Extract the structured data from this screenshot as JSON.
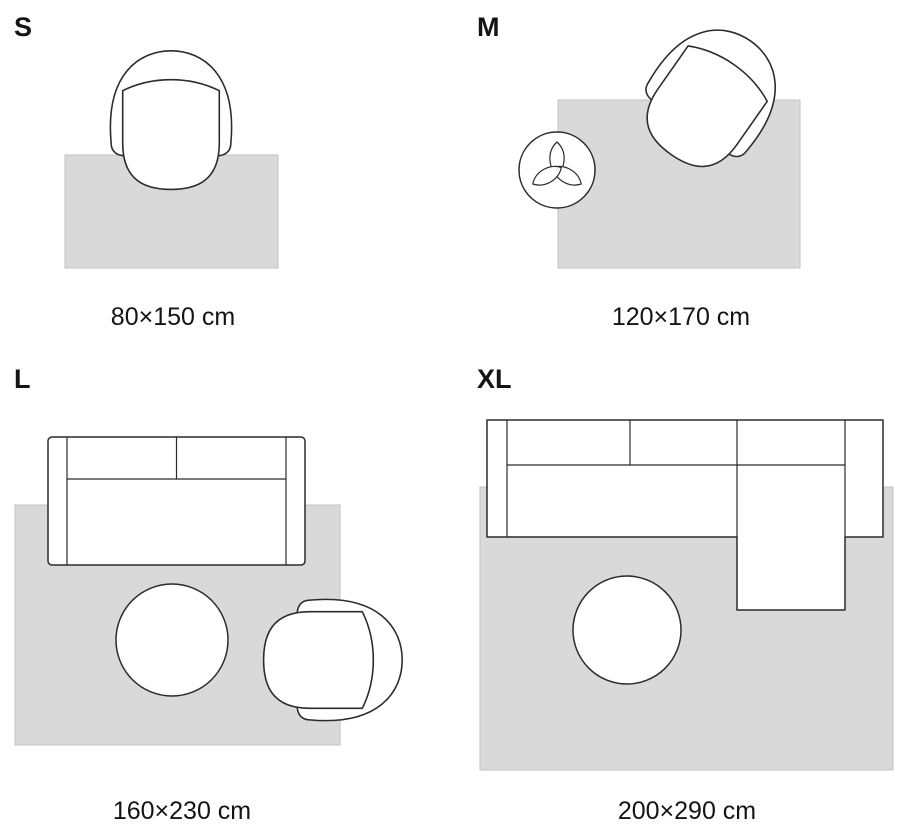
{
  "colors": {
    "background": "#ffffff",
    "rug_fill": "#d9d9d9",
    "rug_stroke": "#c2c2c2",
    "outline": "#2b2b2b",
    "text": "#141414"
  },
  "panels": [
    {
      "label": "S",
      "size": "80×150 cm",
      "furniture": [
        "armchair"
      ]
    },
    {
      "label": "M",
      "size": "120×170 cm",
      "furniture": [
        "armchair",
        "plant"
      ]
    },
    {
      "label": "L",
      "size": "160×230 cm",
      "furniture": [
        "sofa",
        "coffee-table",
        "armchair"
      ]
    },
    {
      "label": "XL",
      "size": "200×290 cm",
      "furniture": [
        "sectional-sofa",
        "coffee-table"
      ]
    }
  ]
}
